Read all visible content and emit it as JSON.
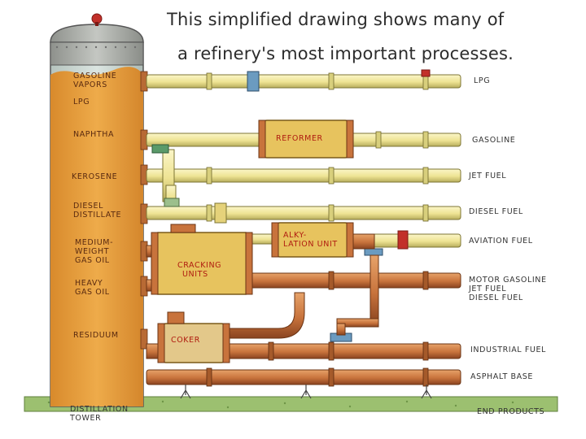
{
  "title": {
    "line1": "This simplified drawing shows many of",
    "line2": "a refinery's most important processes."
  },
  "tower": {
    "label_line1": "Distillation",
    "label_line2": "Tower"
  },
  "fractions": [
    {
      "line1": "Gasoline",
      "line2": "Vapors"
    },
    {
      "line1": "LPG",
      "line2": ""
    },
    {
      "line1": "Naphtha",
      "line2": ""
    },
    {
      "line1": "Kerosene",
      "line2": ""
    },
    {
      "line1": "Diesel",
      "line2": "Distillate"
    },
    {
      "line1": "Medium-",
      "line2": "Weight",
      "line3": "Gas Oil"
    },
    {
      "line1": "Heavy",
      "line2": "Gas Oil"
    },
    {
      "line1": "Residuum",
      "line2": ""
    }
  ],
  "units": {
    "reformer": "Reformer",
    "alky_line1": "Alky-",
    "alky_line2": "lation Unit",
    "cracking_line1": "Cracking",
    "cracking_line2": "Units",
    "coker": "Coker"
  },
  "products": [
    {
      "line1": "LPG"
    },
    {
      "line1": "Gasoline"
    },
    {
      "line1": "Jet Fuel"
    },
    {
      "line1": "Diesel Fuel"
    },
    {
      "line1": "Aviation Fuel"
    },
    {
      "line1": "Motor Gasoline",
      "line2": "Jet Fuel",
      "line3": "Diesel Fuel"
    },
    {
      "line1": "Industrial Fuel"
    },
    {
      "line1": "Asphalt Base"
    }
  ],
  "end_products": "End Products",
  "colors": {
    "tower_top": "#a9aca8",
    "tower_fill": "#e39a3a",
    "tower_glass": "#c9d6d0",
    "yellow_pipe": "#efe69a",
    "copper_pipe": "#c8733c",
    "unit_box": "#e7c35e",
    "coker_box": "#e3c88a",
    "ground": "#9cc070",
    "valve_blue": "#6b9bc0",
    "valve_red": "#c2302a"
  }
}
